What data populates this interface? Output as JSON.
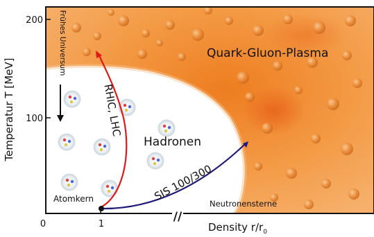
{
  "axes": {
    "y_label": "Temperatur T [MeV]",
    "y_ticks": [
      "200",
      "100"
    ],
    "x_label_main": "Density r/r",
    "x_label_sub": "0",
    "x_ticks": [
      "0",
      "1"
    ],
    "break_mark": "//"
  },
  "regions": {
    "qgp": "Quark-Gluon-Plasma",
    "hadrons": "Hadronen",
    "neutron_stars": "Neutronensterne",
    "nucleus": "Atomkern",
    "early_universe": "Frühes Universum"
  },
  "paths": {
    "rhic": "RHIC, LHC",
    "sis": "SIS 100/300"
  },
  "colors": {
    "qgp_orange": "#f08a2a",
    "qgp_light": "#f7b46b",
    "rhic_red": "#e01818",
    "sis_navy": "#1f1a78",
    "frame": "#111111"
  }
}
